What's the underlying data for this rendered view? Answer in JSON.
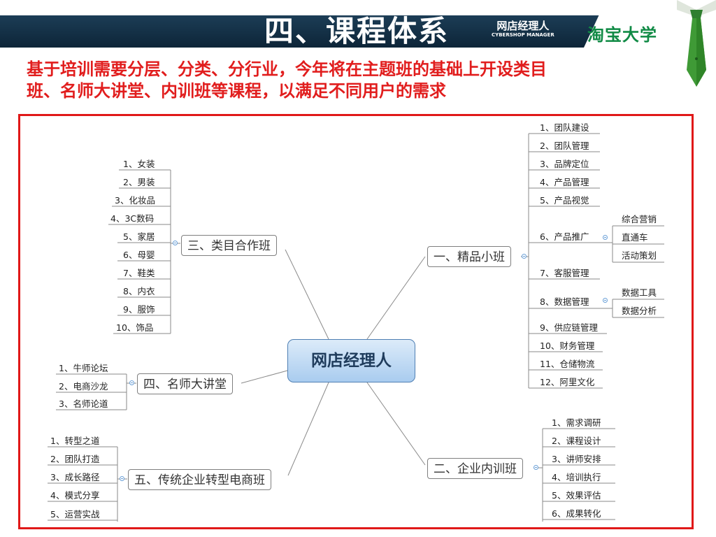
{
  "header": {
    "title": "四、课程体系",
    "brand_cn": "网店经理人",
    "brand_en": "CYBERSHOP MANAGER",
    "brand_tb": "淘宝大学"
  },
  "subtitle": {
    "line1": "基于培训需要分层、分类、分行业，今年将在主题班的基础上开设类目",
    "line2": "班、名师大讲堂、内训班等课程，以满足不同用户的需求"
  },
  "colors": {
    "title_bar": "#1c3d56",
    "subtitle": "#e11d1d",
    "frame": "#e01818",
    "brand_green": "#108a45",
    "center_fill": "#a9ccef"
  },
  "mindmap": {
    "center": "网店经理人",
    "branches": {
      "b1": {
        "label": "一、精品小班",
        "items": [
          "1、团队建设",
          "2、团队管理",
          "3、品牌定位",
          "4、产品管理",
          "5、产品视觉",
          "6、产品推广",
          "7、客服管理",
          "8、数据管理",
          "9、供应链管理",
          "10、财务管理",
          "11、仓储物流",
          "12、阿里文化"
        ],
        "promo_sub": [
          "综合营销",
          "直通车",
          "活动策划"
        ],
        "data_sub": [
          "数据工具",
          "数据分析"
        ]
      },
      "b2": {
        "label": "二、企业内训班",
        "items": [
          "1、需求调研",
          "2、课程设计",
          "3、讲师安排",
          "4、培训执行",
          "5、效果评估",
          "6、成果转化"
        ]
      },
      "b3": {
        "label": "三、类目合作班",
        "items": [
          "1、女装",
          "2、男装",
          "3、化妆品",
          "4、3C数码",
          "5、家居",
          "6、母婴",
          "7、鞋类",
          "8、内衣",
          "9、服饰",
          "10、饰品"
        ]
      },
      "b4": {
        "label": "四、名师大讲堂",
        "items": [
          "1、牛师论坛",
          "2、电商沙龙",
          "3、名师论道"
        ]
      },
      "b5": {
        "label": "五、传统企业转型电商班",
        "items": [
          "1、转型之道",
          "2、团队打造",
          "3、成长路径",
          "4、模式分享",
          "5、运营实战"
        ]
      }
    }
  }
}
